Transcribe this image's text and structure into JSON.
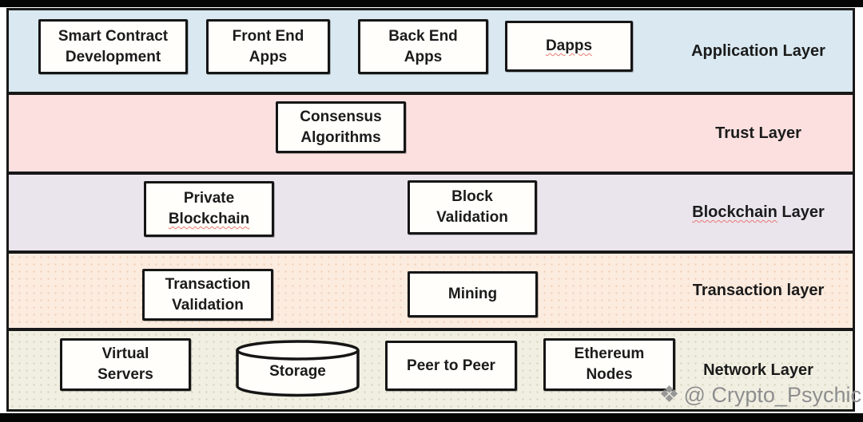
{
  "colors": {
    "application_layer_bg": "#d9e8f1",
    "trust_layer_bg": "#fce0e0",
    "blockchain_layer_bg": "#eae5ed",
    "transaction_layer_bg": "#fcebdf",
    "network_layer_bg": "#f0efe1",
    "box_bg": "#fffefa",
    "border": "#181818",
    "spellcheck_squiggle": "#e87a72",
    "watermark_text": "#8d8d8d"
  },
  "layers": [
    {
      "name": "application",
      "label": "Application Layer",
      "color": "#d9e8f1",
      "boxes": [
        {
          "id": "smart-contract-development",
          "lines": [
            "Smart Contract",
            "Development"
          ]
        },
        {
          "id": "front-end-apps",
          "lines": [
            "Front End",
            "Apps"
          ]
        },
        {
          "id": "back-end-apps",
          "lines": [
            "Back End",
            "Apps"
          ]
        },
        {
          "id": "dapps",
          "lines": [
            "Dapps"
          ],
          "spellcheck_underline": true
        }
      ]
    },
    {
      "name": "trust",
      "label": "Trust Layer",
      "color": "#fce0e0",
      "boxes": [
        {
          "id": "consensus-algorithms",
          "lines": [
            "Consensus",
            "Algorithms"
          ]
        }
      ]
    },
    {
      "name": "blockchain",
      "label": "Blockchain Layer",
      "label_parts": [
        {
          "text": "Blockchain",
          "spellcheck_underline": true
        },
        {
          "text": " Layer",
          "spellcheck_underline": false
        }
      ],
      "color": "#eae5ed",
      "boxes": [
        {
          "id": "private-blockchain",
          "lines": [
            "Private",
            "Blockchain"
          ],
          "spellcheck_underline_line2": true
        },
        {
          "id": "block-validation",
          "lines": [
            "Block",
            "Validation"
          ]
        }
      ]
    },
    {
      "name": "transaction",
      "label": "Transaction layer",
      "color": "#fcebdf",
      "boxes": [
        {
          "id": "transaction-validation",
          "lines": [
            "Transaction",
            "Validation"
          ]
        },
        {
          "id": "mining",
          "lines": [
            "Mining"
          ]
        }
      ]
    },
    {
      "name": "network",
      "label": "Network Layer",
      "color": "#f0efe1",
      "boxes": [
        {
          "id": "virtual-servers",
          "lines": [
            "Virtual",
            "Servers"
          ]
        },
        {
          "id": "storage",
          "lines": [
            "Storage"
          ],
          "shape": "cylinder"
        },
        {
          "id": "peer-to-peer",
          "lines": [
            "Peer to Peer"
          ]
        },
        {
          "id": "ethereum-nodes",
          "lines": [
            "Ethereum",
            "Nodes"
          ]
        }
      ]
    }
  ],
  "watermark": {
    "icon": "four-diamond-logo-icon",
    "handle": "@ Crypto_Psychic"
  }
}
